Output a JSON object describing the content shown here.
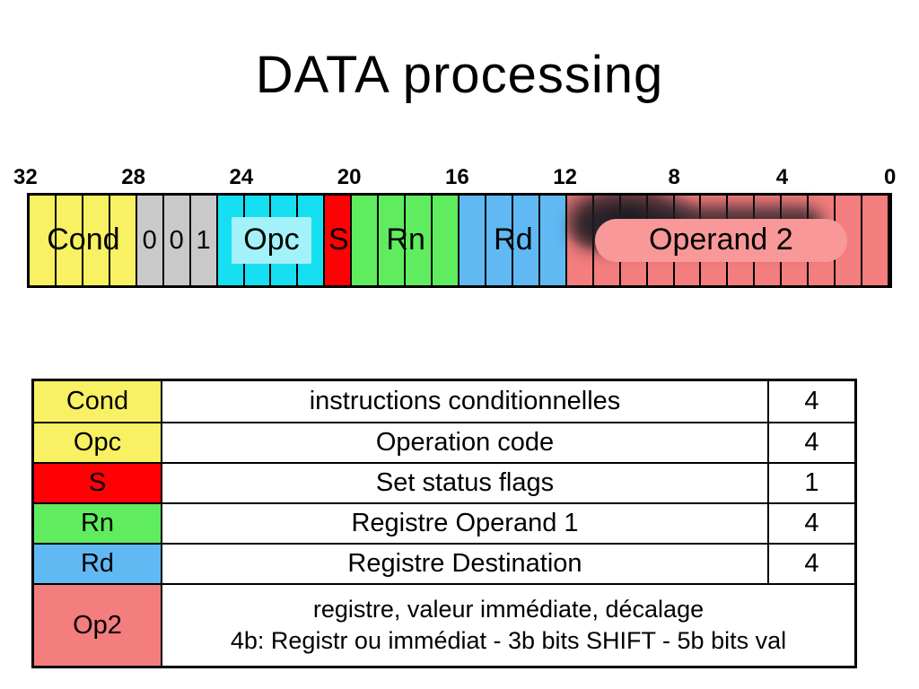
{
  "title": "DATA processing",
  "diagram": {
    "bit_labels": [
      "32",
      "28",
      "24",
      "20",
      "16",
      "12",
      "8",
      "4",
      "0"
    ],
    "fields": [
      {
        "name": "cond",
        "label": "Cond",
        "bits": 4,
        "color": "#F7F163"
      },
      {
        "name": "fixed-001",
        "bits": 3,
        "color": "#C9C9C9",
        "cells": [
          "0",
          "0",
          "1"
        ]
      },
      {
        "name": "opc",
        "label": "Opc",
        "bits": 4,
        "color": "#16DFF1",
        "label_bg": "#A3F1F9"
      },
      {
        "name": "s",
        "label": "S",
        "bits": 1,
        "color": "#FF0004"
      },
      {
        "name": "rn",
        "label": "Rn",
        "bits": 4,
        "color": "#5FEC5F"
      },
      {
        "name": "rd",
        "label": "Rd",
        "bits": 4,
        "color": "#61B9F4"
      },
      {
        "name": "operand2",
        "label": "Operand 2",
        "bits": 12,
        "color": "#F47D7E",
        "label_bg": "#F99898",
        "shadow": true
      }
    ]
  },
  "table": {
    "rows": [
      {
        "label": "Cond",
        "color": "#F7F163",
        "desc": "instructions conditionnelles",
        "size": "4"
      },
      {
        "label": "Opc",
        "color": "#F7F163",
        "desc": "Operation code",
        "size": "4"
      },
      {
        "label": "S",
        "color": "#FF0004",
        "desc": "Set status flags",
        "size": "1"
      },
      {
        "label": "Rn",
        "color": "#5FEC5F",
        "desc": "Registre Operand 1",
        "size": "4"
      },
      {
        "label": "Rd",
        "color": "#61B9F4",
        "desc": "Registre Destination",
        "size": "4"
      },
      {
        "label": "Op2",
        "color": "#F47D7E",
        "lines": [
          "registre, valeur immédiate, décalage",
          "4b: Registr ou immédiat - 3b bits SHIFT - 5b bits val"
        ]
      }
    ]
  }
}
